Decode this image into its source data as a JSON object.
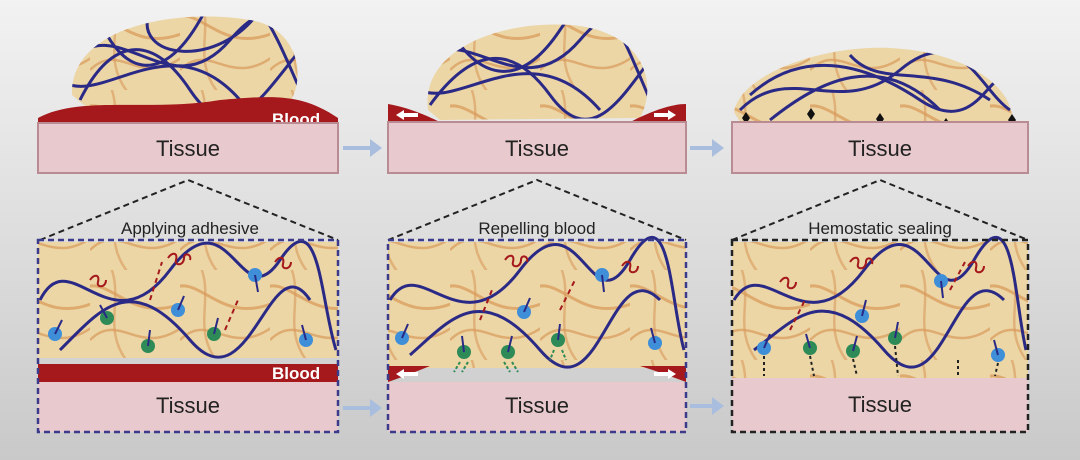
{
  "top": {
    "panel_1": {
      "tissue_label": "Tissue",
      "blood_label": "Blood"
    },
    "panel_2": {
      "tissue_label": "Tissue"
    },
    "panel_3": {
      "tissue_label": "Tissue"
    }
  },
  "bottom": {
    "panel_1": {
      "title": "Applying adhesive",
      "tissue_label": "Tissue",
      "blood_label": "Blood"
    },
    "panel_2": {
      "title": "Repelling blood",
      "tissue_label": "Tissue"
    },
    "panel_3": {
      "title": "Hemostatic sealing",
      "tissue_label": "Tissue"
    }
  },
  "colors": {
    "tissue_fill": "#e8c9cd",
    "tissue_stroke": "#b98b92",
    "blood": "#a5191d",
    "adhesive": "#ecd6a5",
    "fiber_orange": "#d99a5b",
    "fiber_navy": "#2a2a86",
    "frame_dash": "#3c3a8a",
    "blue_group": "#3f8ed8",
    "green_group": "#2e8b57",
    "flow_arrow": "#a9bedf"
  }
}
